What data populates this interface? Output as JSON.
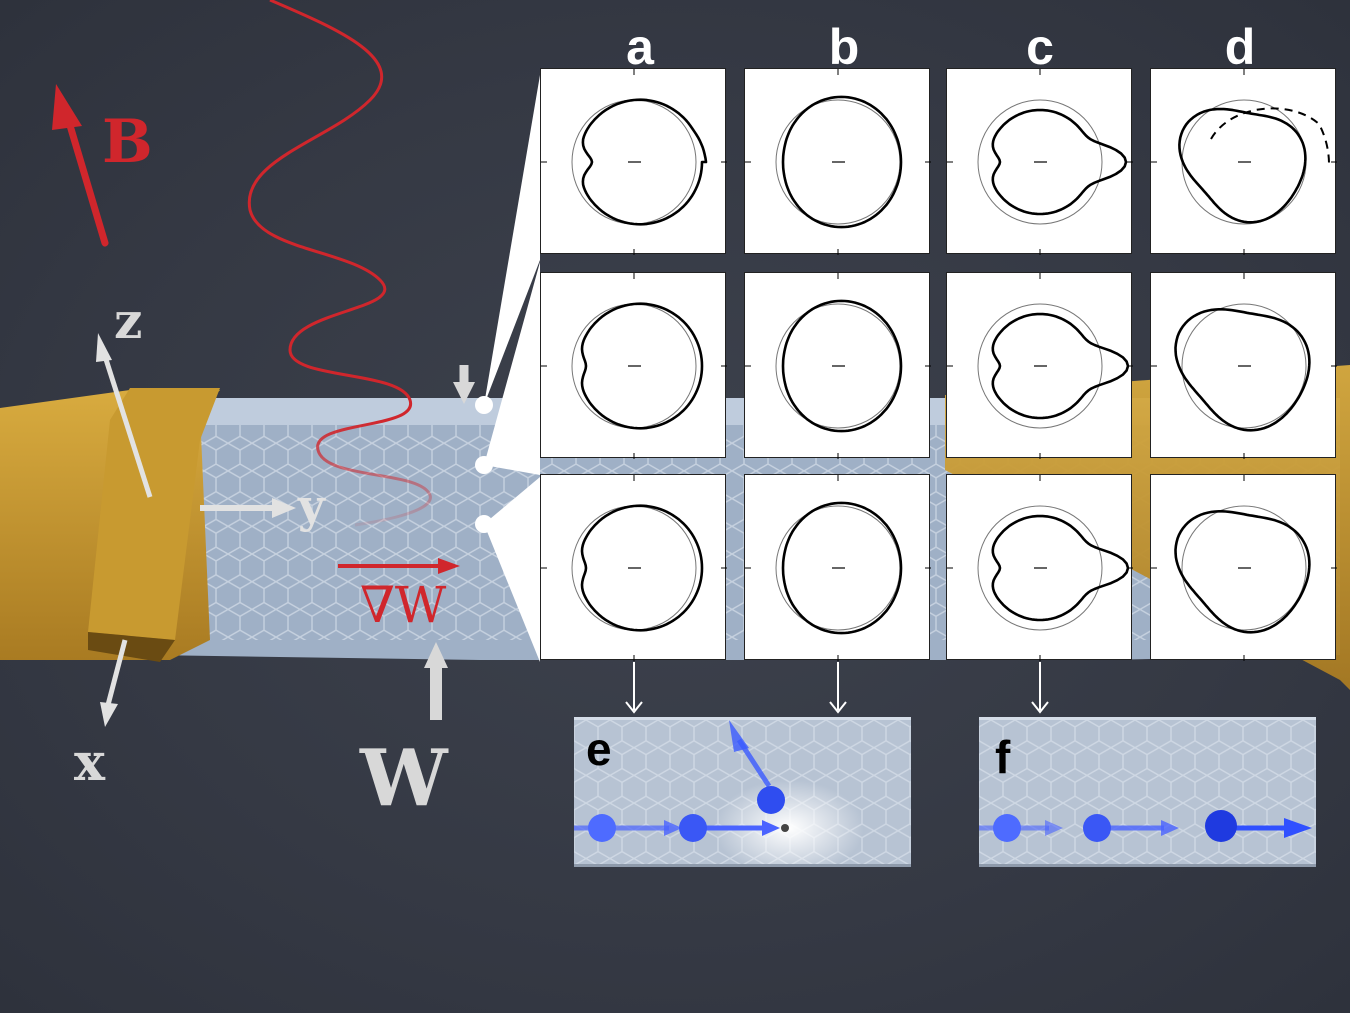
{
  "labels": {
    "field": "B",
    "axis_x": "x",
    "axis_y": "y",
    "axis_z": "z",
    "width": "W",
    "gradient": "∇W",
    "column_a": "a",
    "column_b": "b",
    "column_c": "c",
    "column_d": "d",
    "panel_e": "e",
    "panel_f": "f"
  },
  "colors": {
    "background": "#363b47",
    "field_arrow": "#d0262c",
    "contacts": "#c79a2e",
    "ribbon": "#b7c3d3",
    "particles": "#3b5bff",
    "axes": "#d8d8d8"
  },
  "plot_grid": {
    "rows": 3,
    "columns": [
      "a",
      "b",
      "c",
      "d"
    ],
    "curve_style": [
      "solid",
      "solid",
      "solid",
      "solid-with-dashed-reference"
    ]
  },
  "icons": [
    "field-arrow-icon",
    "z-axis-arrow-icon",
    "y-axis-arrow-icon",
    "x-axis-arrow-icon",
    "width-arrow-icon",
    "gradient-arrow-icon",
    "particle-icon"
  ]
}
